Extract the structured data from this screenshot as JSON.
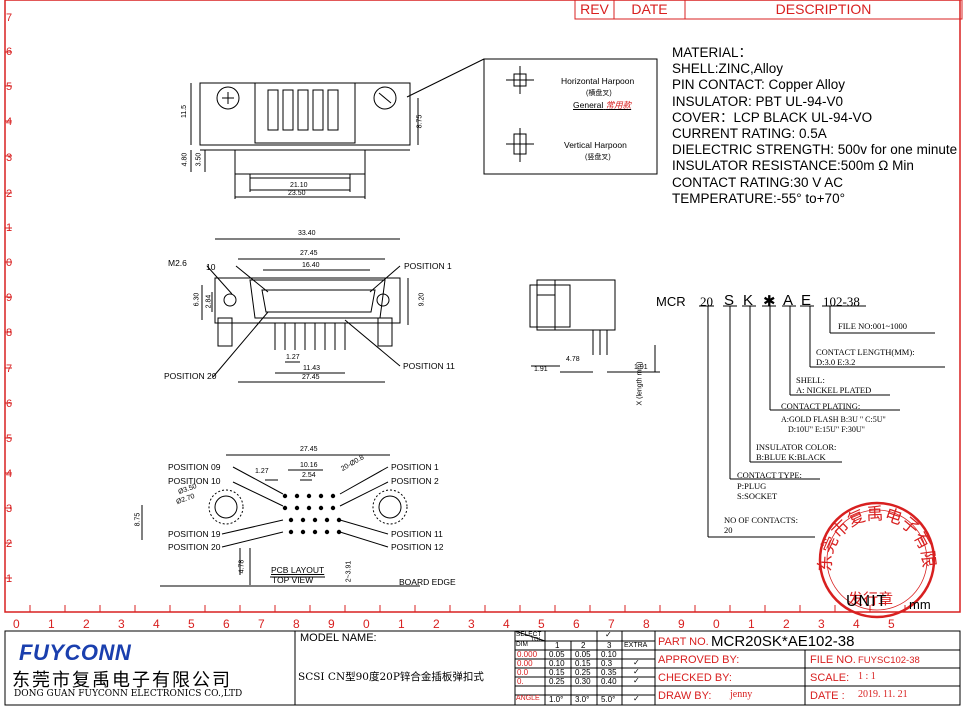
{
  "revision_header": {
    "rev": "REV",
    "date": "DATE",
    "description": "DESCRIPTION"
  },
  "material_spec": [
    "MATERIAL：",
    "SHELL:ZINC,Alloy",
    "PIN CONTACT: Copper Alloy",
    "INSULATOR: PBT    UL-94-V0",
    "COVER：LCP BLACK UL-94-VO",
    "CURRENT RATING: 0.5A",
    "DIELECTRIC STRENGTH: 500v for one minute",
    "INSULATOR RESISTANCE:500m Ω Min",
    "CONTACT RATING:30 V  AC",
    "TEMPERATURE:-55°  to+70°"
  ],
  "harpoon": {
    "horizontal": "Horizontal Harpoon",
    "horizontal_cn": "(横盘叉)",
    "general": "General",
    "general_cn": "常用款",
    "vertical": "Vertical Harpoon",
    "vertical_cn": "(竖盘叉)"
  },
  "left_ticks": [
    "7",
    "6",
    "5",
    "4",
    "3",
    "2",
    "1",
    "0",
    "9",
    "8",
    "7",
    "6",
    "5",
    "4",
    "3",
    "2",
    "1"
  ],
  "bottom_ticks": [
    "0",
    "1",
    "2",
    "3",
    "4",
    "5",
    "6",
    "7",
    "8",
    "9",
    "0",
    "1",
    "2",
    "3",
    "4",
    "5",
    "6",
    "7",
    "8",
    "9",
    "0",
    "1",
    "2",
    "3",
    "4",
    "5"
  ],
  "top_view_dims": {
    "h1": "11.5",
    "h2": "8.75",
    "h3": "4.80",
    "h4": "3.50",
    "w1": "21.10",
    "w2": "23.50"
  },
  "front_view": {
    "w_total": "33.40",
    "w_mid": "27.45",
    "w_inner": "16.40",
    "m_label": "M2.6",
    "pin_10": "10",
    "pos1": "POSITION  1",
    "h_left1": "6.30",
    "h_left2": "2.84",
    "h_right": "9.20",
    "pitch": "1.27",
    "w_bot1": "11.43",
    "w_bot2": "27.45",
    "pos20": "POSITION  20",
    "pos11": "POSITION  11"
  },
  "pcb_view": {
    "w_total": "27.45",
    "w_a": "10.16",
    "w_b": "2.54",
    "w_c": "1.27",
    "hole_big": "Ø3.50",
    "hole_small": "Ø2.70",
    "hole_pin": "20-Ø0.8",
    "pos9": "POSITION  09",
    "pos10": "POSITION  10",
    "pos19": "POSITION  19",
    "pos20": "POSITION  20",
    "pos1": "POSITION  1",
    "pos2": "POSITION  2",
    "pos11": "POSITION  11",
    "pos12": "POSITION  12",
    "h_side": "8.75",
    "h_a": "4.78",
    "h_b": "2~3.91",
    "layout_title": "PCB  LAYOUT",
    "view_title": "TOP  VIEW",
    "board_edge": "BOARD  EDGE"
  },
  "side_view": {
    "d1": "4.78",
    "d2": "1.91",
    "d3": "1.91",
    "x_label": "X (length mm)"
  },
  "part_number": {
    "prefix": "MCR",
    "codes": [
      "20",
      "S",
      "K",
      "✱",
      "A",
      "E",
      "102-38"
    ],
    "file_no": "FILE NO:001~1000",
    "contact_length_title": "CONTACT LENGTH(MM):",
    "contact_length_vals": "D:3.0   E:3.2",
    "shell_title": "SHELL:",
    "shell_vals": "A: NICKEL PLATED",
    "plating_title": "CONTACT PLATING:",
    "plating_line1": "A:GOLD FLASH   B:3U \" C:5U\"",
    "plating_line2": "D:10U\"  E:15U\"  F:30U\"",
    "insulator_title": "INSULATOR COLOR:",
    "insulator_vals": "B:BLUE  K:BLACK",
    "contact_type_title": "CONTACT TYPE:",
    "contact_type_p": "P:PLUG",
    "contact_type_s": "S:SOCKET",
    "contacts_title": "NO  OF CONTACTS:",
    "contacts_val": "20"
  },
  "stamp": {
    "ring_text": "东莞市复禹电子有限公司",
    "center_text": "发行章"
  },
  "unit": {
    "label": "UNIT",
    "value": "mm"
  },
  "title_block": {
    "logo": "FUYCONN",
    "company_cn": "东莞市复禹电子有限公司",
    "company_en": "DONG GUAN FUYCONN ELECTRONICS CO.,LTD",
    "model_name_label": "MODEL NAME:",
    "model_name_value": "SCSI CN型90度20P锌合金插板弹扣式",
    "tol_header_select": "SELECT",
    "tol_header_tol": "TOL",
    "tol_header_dim": "DIM",
    "tol_cols": [
      "1",
      "2",
      "3",
      "EXTRA"
    ],
    "tol_rows": [
      [
        "0.000",
        "0.05",
        "0.05",
        "0.10",
        ""
      ],
      [
        "0.00",
        "0.10",
        "0.15",
        "0.3",
        "✓"
      ],
      [
        "0.0",
        "0.15",
        "0.25",
        "0.35",
        "✓"
      ],
      [
        "0.",
        "0.25",
        "0.30",
        "0.40",
        "✓"
      ],
      [
        "ANGLE",
        "1.0°",
        "3.0°",
        "5.0°",
        "✓"
      ]
    ],
    "part_no_label": "PART NO.",
    "part_no_value": "MCR20SK*AE102-38",
    "approved_by": "APPROVED BY:",
    "checked_by": "CHECKED BY:",
    "draw_by": "DRAW BY:",
    "draw_by_value": "jenny",
    "file_no_label": "FILE NO.",
    "file_no_value": "FUYSC102-38",
    "scale_label": "SCALE:",
    "scale_value": "1 : 1",
    "date_label": "DATE :",
    "date_value": "2019. 11. 21"
  }
}
